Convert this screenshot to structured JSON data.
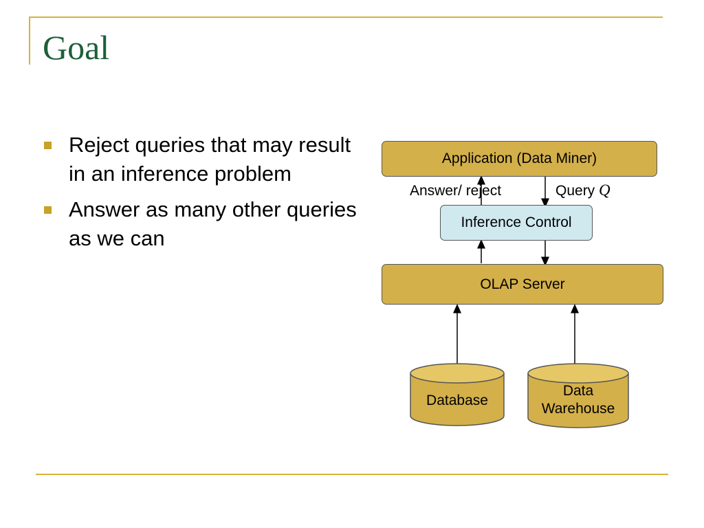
{
  "slide": {
    "title": "Goal",
    "bullets": [
      "Reject queries that may result in an inference problem",
      "Answer as many other queries as we can"
    ]
  },
  "diagram": {
    "application": "Application (Data Miner)",
    "answer_label": "Answer/ reject",
    "query_label": "Query",
    "query_symbol": "Q",
    "inference": "Inference Control",
    "olap": "OLAP Server",
    "database": "Database",
    "warehouse_line1": "Data",
    "warehouse_line2": "Warehouse",
    "colors": {
      "box_gold": "#d4b04a",
      "box_blue": "#cfe9ee",
      "accent_rule": "#d8b23a",
      "title_green": "#1d5f3a"
    }
  }
}
